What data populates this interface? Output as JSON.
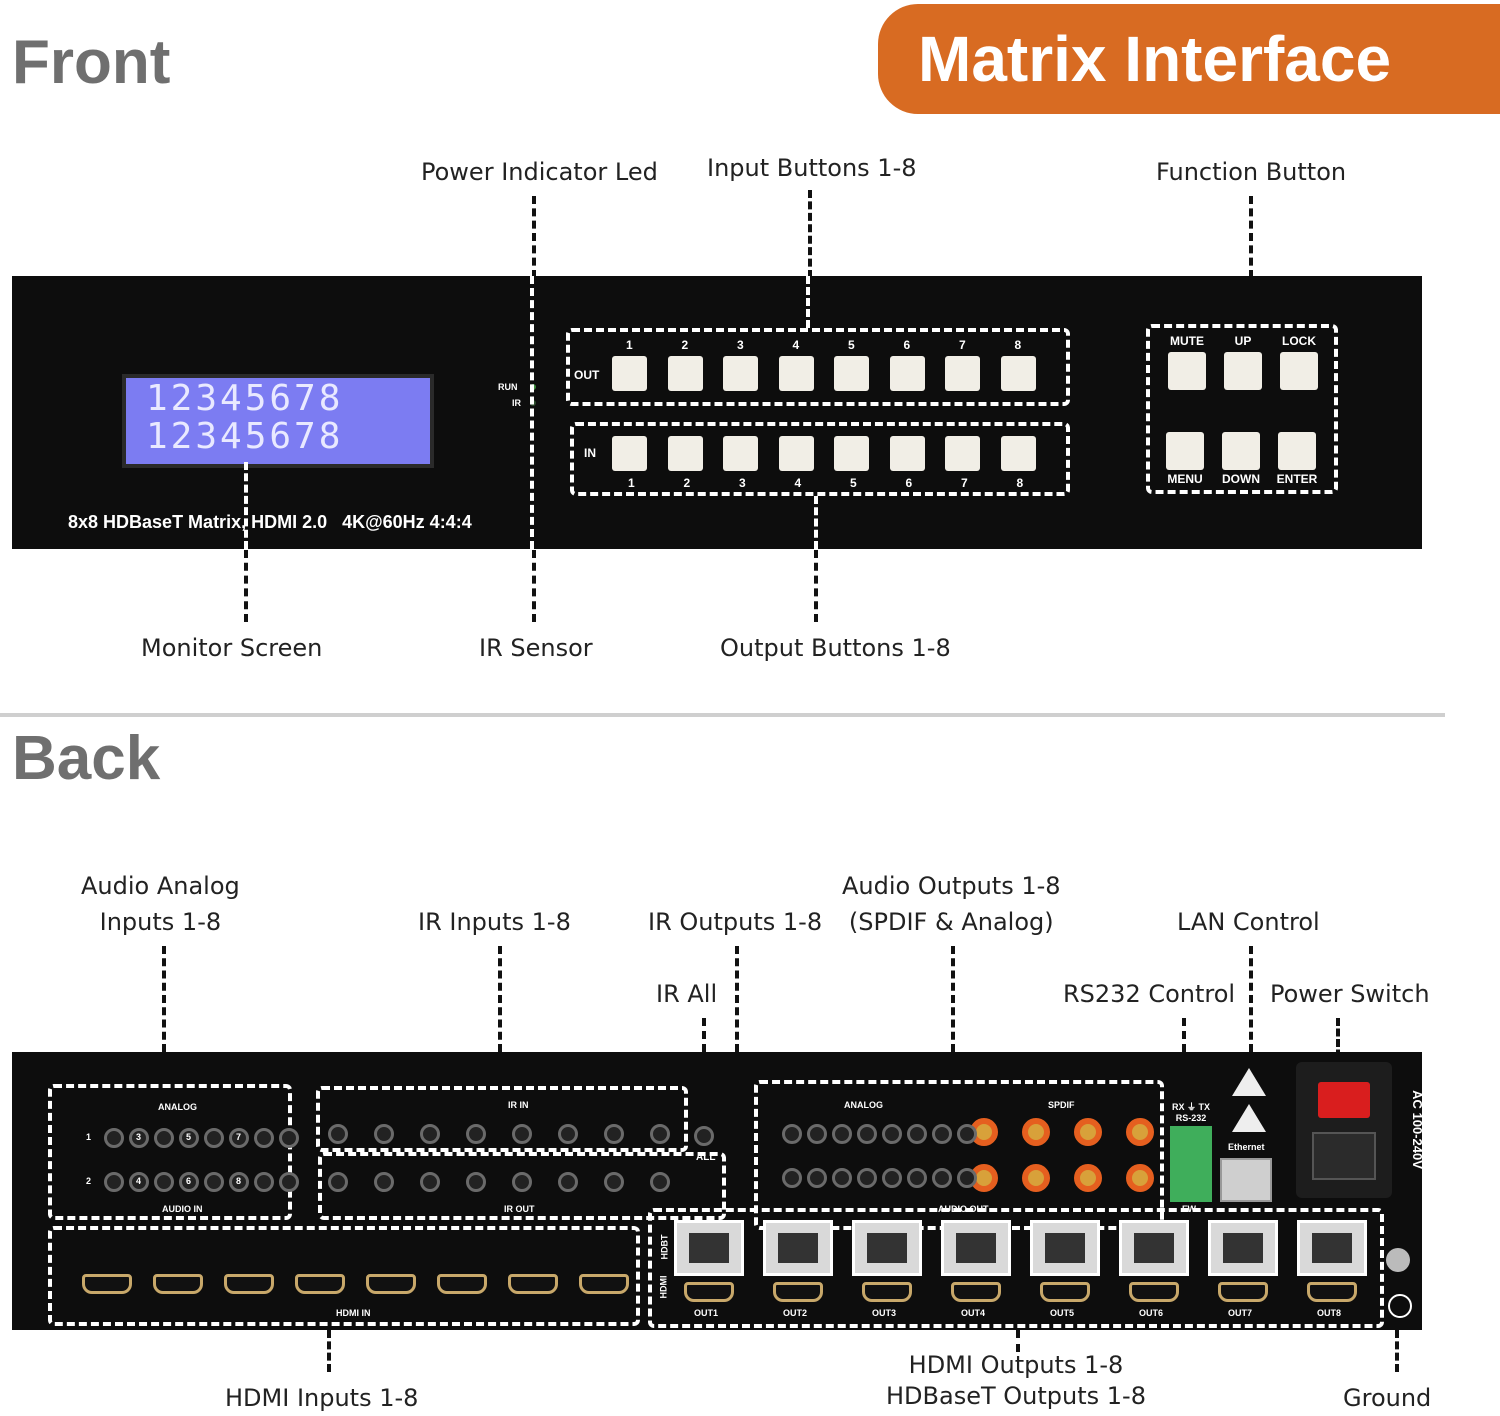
{
  "title_front": "Front",
  "title_back": "Back",
  "banner": "Matrix Interface",
  "front_callouts": {
    "power_led": "Power Indicator Led",
    "input_buttons": "Input Buttons 1-8",
    "function_button": "Function Button",
    "monitor_screen": "Monitor Screen",
    "ir_sensor": "IR Sensor",
    "output_buttons": "Output Buttons 1-8"
  },
  "front_panel": {
    "lcd_row1": "12345678",
    "lcd_row2": "12345678",
    "run_label": "RUN",
    "ir_label": "IR",
    "out_label": "OUT",
    "in_label": "IN",
    "button_numbers": [
      "1",
      "2",
      "3",
      "4",
      "5",
      "6",
      "7",
      "8"
    ],
    "model_text": "8x8 HDBaseT Matrix, HDMI 2.0   4K@60Hz 4:4:4",
    "function_labels_top": [
      "MUTE",
      "UP",
      "LOCK"
    ],
    "function_labels_bottom": [
      "MENU",
      "DOWN",
      "ENTER"
    ]
  },
  "back_callouts": {
    "audio_analog_inputs": "Audio Analog\nInputs 1-8",
    "ir_inputs": "IR Inputs 1-8",
    "ir_outputs": "IR Outputs 1-8",
    "ir_all": "IR All",
    "audio_outputs": "Audio Outputs 1-8\n(SPDIF & Analog)",
    "lan_control": "LAN Control",
    "rs232_control": "RS232 Control",
    "power_switch": "Power Switch",
    "hdmi_inputs": "HDMI Inputs 1-8",
    "hdmi_outputs": "HDMI Outputs 1-8\nHDBaseT Outputs 1-8",
    "ground": "Ground"
  },
  "back_panel": {
    "analog_label": "ANALOG",
    "audio_in_label": "AUDIO IN",
    "ir_in_label": "IR IN",
    "ir_out_label": "IR OUT",
    "all_label": "ALL",
    "analog_out_label": "ANALOG",
    "spdif_label": "SPDIF",
    "audio_out_label": "AUDIO OUT",
    "rs232_label": "RX ⏚ TX\nRS-232",
    "fw_label": "FW",
    "ethernet_label": "Ethernet",
    "ac_label": "AC 100-240V",
    "hdmi_in_label": "HDMI IN",
    "hdbt_label": "HDBT",
    "hdmi_label": "HDMI",
    "out_labels": [
      "OUT1",
      "OUT2",
      "OUT3",
      "OUT4",
      "OUT5",
      "OUT6",
      "OUT7",
      "OUT8"
    ],
    "jack_top_numbers": [
      "1",
      "3",
      "5",
      "7"
    ],
    "jack_bottom_numbers": [
      "2",
      "4",
      "6",
      "8"
    ]
  }
}
